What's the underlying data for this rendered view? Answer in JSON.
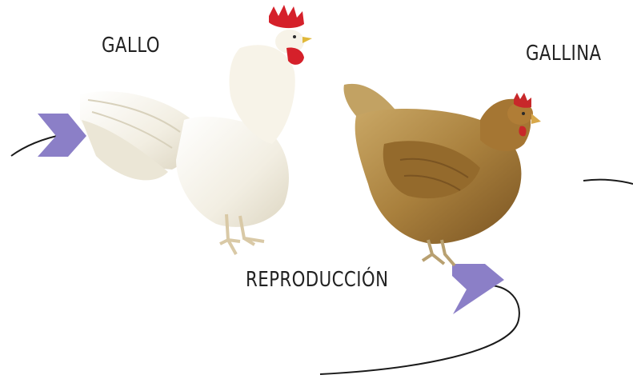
{
  "labels": {
    "rooster": "GALLO",
    "hen": "GALLINA",
    "reproduction": "REPRODUCCIÓN"
  },
  "colors": {
    "arrow": "#8b7fc7",
    "line": "#1a1a1a",
    "text": "#222222",
    "rooster_body": "#f4f1e6",
    "rooster_comb": "#d5202a",
    "hen_body": "#a9803d",
    "hen_comb": "#c8282a"
  },
  "icons": [
    "rooster-image",
    "hen-image",
    "chevron-arrow-icon"
  ]
}
